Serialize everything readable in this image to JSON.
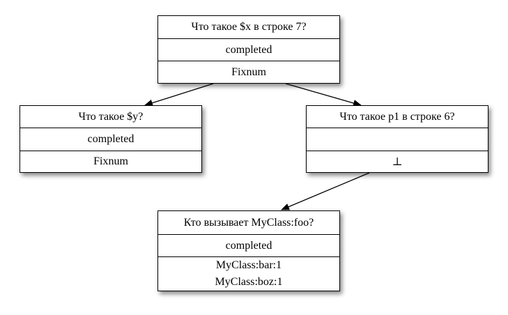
{
  "nodes": {
    "top": {
      "question": "Что такое $x в строке 7?",
      "status": "completed",
      "result": "Fixnum"
    },
    "left": {
      "question": "Что такое $y?",
      "status": "completed",
      "result": "Fixnum"
    },
    "right": {
      "question": "Что такое p1 в строке 6?",
      "status": "",
      "result": "⊥"
    },
    "bottom": {
      "question": "Кто вызывает MyClass:foo?",
      "status": "completed",
      "results": [
        "MyClass:bar:1",
        "MyClass:boz:1"
      ]
    }
  },
  "edges": [
    {
      "from": "top",
      "to": "left"
    },
    {
      "from": "top",
      "to": "right"
    },
    {
      "from": "right",
      "to": "bottom"
    }
  ]
}
